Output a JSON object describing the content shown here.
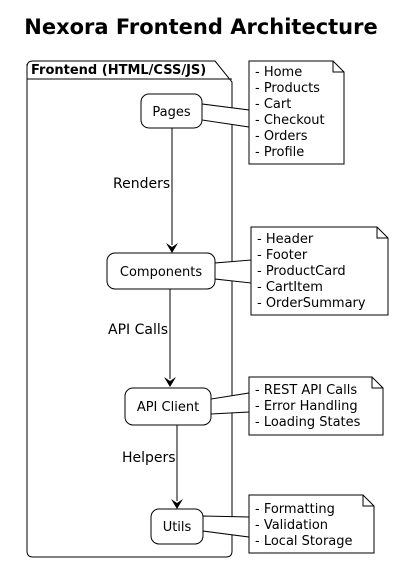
{
  "title": "Nexora Frontend Architecture",
  "package": {
    "label": "Frontend (HTML/CSS/JS)"
  },
  "nodes": [
    {
      "id": "pages",
      "label": "Pages"
    },
    {
      "id": "components",
      "label": "Components"
    },
    {
      "id": "apiclient",
      "label": "API Client"
    },
    {
      "id": "utils",
      "label": "Utils"
    }
  ],
  "edges": [
    {
      "from": "pages",
      "to": "components",
      "label": "Renders"
    },
    {
      "from": "components",
      "to": "apiclient",
      "label": "API Calls"
    },
    {
      "from": "apiclient",
      "to": "utils",
      "label": "Helpers"
    }
  ],
  "notes": [
    {
      "attached_to": "pages",
      "lines": [
        "- Home",
        "- Products",
        "- Cart",
        "- Checkout",
        "- Orders",
        "- Profile"
      ]
    },
    {
      "attached_to": "components",
      "lines": [
        "- Header",
        "- Footer",
        "- ProductCard",
        "- CartItem",
        "- OrderSummary"
      ]
    },
    {
      "attached_to": "apiclient",
      "lines": [
        "- REST API Calls",
        "- Error Handling",
        "- Loading States"
      ]
    },
    {
      "attached_to": "utils",
      "lines": [
        "- Formatting",
        "- Validation",
        "- Local Storage"
      ]
    }
  ]
}
